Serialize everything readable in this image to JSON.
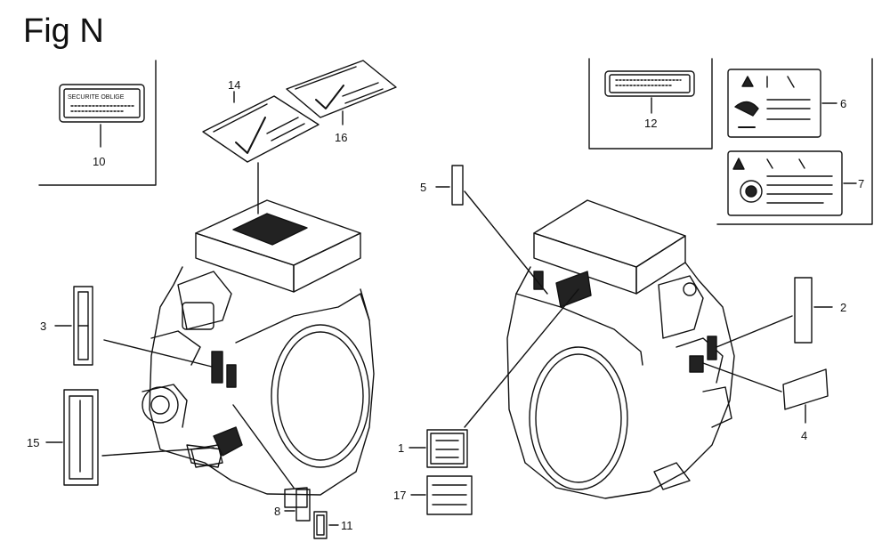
{
  "figure": {
    "title": "Fig N"
  },
  "label_10_text": "SECURITE OBLIGE",
  "callouts": [
    "1",
    "2",
    "3",
    "4",
    "5",
    "6",
    "7",
    "8",
    "10",
    "11",
    "12",
    "14",
    "15",
    "16",
    "17"
  ]
}
